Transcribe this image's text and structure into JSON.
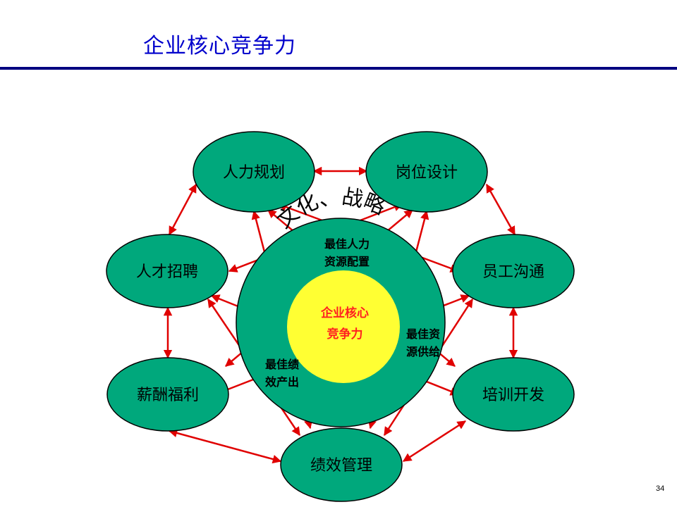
{
  "title": "企业核心竞争力",
  "page_number": "34",
  "colors": {
    "title": "#0000cc",
    "rule": "#000080",
    "node_fill": "#00a87c",
    "core_fill": "#ffff33",
    "arrow": "#e00000",
    "core_text": "#ff2020"
  },
  "nodes": {
    "hr_planning": "人力规划",
    "job_design": "岗位设计",
    "recruiting": "人才招聘",
    "employee_comm": "员工沟通",
    "compensation": "薪酬福利",
    "training": "培训开发",
    "performance": "绩效管理"
  },
  "arc_text": "文化、战略",
  "inner": {
    "top_line1": "最佳人力",
    "top_line2": "资源配置",
    "right_line1": "最佳资",
    "right_line2": "源供给",
    "left_line1": "最佳绩",
    "left_line2": "效产出"
  },
  "core": {
    "line1": "企业核心",
    "line2": "竞争力"
  }
}
